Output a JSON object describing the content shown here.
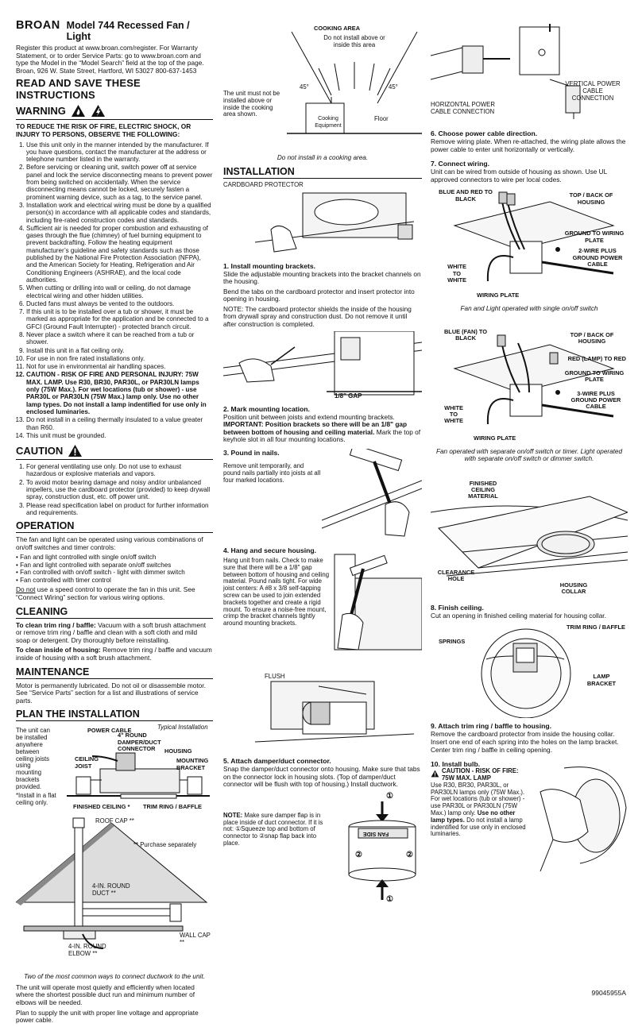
{
  "header": {
    "brand": "BROAN",
    "title": "Model 744 Recessed Fan / Light",
    "register": "Register this product at www.broan.com/register. For Warranty Statement, or to order Service Parts: go to www.broan.com and type the Model in the “Model Search” field at the top of the page. Broan, 926 W. State Street, Hartford, WI 53027  800-637-1453"
  },
  "read_save": "READ AND SAVE THESE INSTRUCTIONS",
  "warning": {
    "heading": "WARNING",
    "intro": "TO REDUCE THE RISK OF FIRE, ELECTRIC SHOCK, OR INJURY TO PERSONS, OBSERVE THE FOLLOWING:",
    "items": [
      "Use this unit only in the manner intended by the manufacturer. If you have questions, contact the manufacturer at the address or telephone number listed in the warranty.",
      "Before servicing or cleaning unit, switch power off at service panel and lock the service disconnecting means to prevent power from being switched on accidentally. When the service disconnecting means cannot be locked, securely fasten a prominent warning device, such as a tag, to the service panel.",
      "Installation work and electrical wiring must be done by a qualified person(s) in accordance with all applicable codes and standards, including fire-rated construction codes and standards.",
      "Sufficient air is needed for proper combustion and exhausting of gases through the flue (chimney) of fuel burning equipment to prevent backdrafting. Follow the heating equipment manufacturer’s guideline and safety standards such as those published by the National Fire Protection Association (NFPA), and the American Society for Heating, Refrigeration and Air Conditioning Engineers (ASHRAE), and the local code authorities.",
      "When cutting or drilling into wall or ceiling, do not damage electrical wiring and other hidden utilities.",
      "Ducted fans must always be vented to the outdoors.",
      "If this unit is to be installed over a tub or shower, it must be marked as appropriate for the application and be connected to a GFCI (Ground Fault Interrupter) - protected branch circuit.",
      "Never place a switch where it can be reached from a tub or shower.",
      "Install this unit in a flat ceiling only.",
      "For use in non fire rated installations only.",
      "Not for use in environmental air handling spaces.",
      "CAUTION - RISK OF FIRE AND PERSONAL INJURY: 75W MAX. LAMP. Use R30, BR30, PAR30L, or PAR30LN lamps only (75W Max.). For wet locations (tub or shower) - use PAR30L or PAR30LN (75W Max.) lamp only. Use no other lamp types. Do not install a lamp indentified for use only in enclosed luminaries.",
      "Do not install in a ceiling thermally insulated to a value greater than R60.",
      "This unit must be grounded."
    ]
  },
  "caution": {
    "heading": "CAUTION",
    "items": [
      "For general ventilating use only. Do not use to exhaust hazardous or explosive materials and vapors.",
      "To avoid motor bearing damage and noisy and/or unbalanced impellers, use the cardboard protector (provided) to keep drywall spray, construction dust, etc. off power unit.",
      "Please read specification label on product for further information and requirements."
    ]
  },
  "operation": {
    "heading": "OPERATION",
    "intro": "The fan and light can be operated using various combinations of on/off switches and timer controls:",
    "items": [
      "• Fan and light controlled with single on/off switch",
      "• Fan and light controlled with separate on/off switches",
      "• Fan controlled with on/off switch - light with dimmer switch",
      "• Fan controlled with timer control"
    ],
    "note_u": "Do not",
    "note": " use a speed control to operate the fan in this unit. See “Connect Wiring” section for various wiring options."
  },
  "cleaning": {
    "heading": "CLEANING",
    "trim_b": "To clean trim ring / baffle:",
    "trim": " Vacuum with a soft brush attachment or remove trim ring / baffle and clean with a soft cloth and mild soap or detergent. Dry thoroughly before reinstalling.",
    "housing_b": "To clean inside of housing:",
    "housing": " Remove trim ring / baffle and vacuum inside of housing with a soft brush attachment."
  },
  "maintenance": {
    "heading": "MAINTENANCE",
    "text": "Motor is permanently lubricated. Do not oil or disassemble motor. See “Service Parts” section for a list and illustrations of service parts."
  },
  "plan": {
    "heading": "PLAN THE INSTALLATION",
    "side": "The unit can be installed anywhere between ceiling joists using mounting brackets provided.",
    "side_note": "*Install in a flat ceiling only.",
    "typical": "Typical Installation",
    "labels": {
      "power_cable": "POWER CABLE",
      "damper": "4\" ROUND DAMPER/DUCT CONNECTOR",
      "housing": "HOUSING",
      "joist": "CEILING JOIST",
      "mounting": "MOUNTING BRACKET",
      "finished": "FINISHED CEILING *",
      "trim": "TRIM RING / BAFFLE"
    },
    "roof_cap": "ROOF CAP **",
    "purchase": "** Purchase separately",
    "round_duct": "4-IN. ROUND DUCT **",
    "wall_cap": "WALL CAP **",
    "elbow": "4-IN. ROUND ELBOW **",
    "caption": "Two of the most common ways to connect ductwork to the unit.",
    "quiet": "The unit will operate most quietly and efficiently when located where the shortest possible duct run and minimum number of elbows will be needed.",
    "supply": "Plan to supply the unit with proper line voltage and appropriate power cable."
  },
  "cooking": {
    "area": "COOKING AREA",
    "do_not": "Do not install above or inside this area",
    "angle": "45°",
    "side": "The unit must not be installed above or inside the cooking area shown.",
    "equipment": "Cooking Equipment",
    "floor": "Floor",
    "caption": "Do not install in a cooking area."
  },
  "installation": {
    "heading": "INSTALLATION",
    "protector": "CARDBOARD PROTECTOR",
    "s1_t": "1. Install mounting brackets.",
    "s1": "Slide the adjustable mounting brackets into the bracket channels on the housing.",
    "s1b": "Bend the tabs on the cardboard protector and insert protector into opening in housing.",
    "s1c": "NOTE: The cardboard protector shields the inside of the housing from drywall spray and construction dust. Do not remove it until after construction is completed.",
    "gap": "1/8\" GAP",
    "s2_t": "2. Mark mounting location.",
    "s2a": "Position unit between joists and extend mounting brackets. ",
    "s2b": "IMPORTANT: Position brackets so there will be an 1/8\" gap between bottom of housing and ceiling material.",
    "s2c": " Mark the top of keyhole slot in all four mounting locations.",
    "s3_t": "3. Pound in nails.",
    "s3": "Remove unit temporarily, and pound nails partially into joists at all four marked locations.",
    "s4_t": "4. Hang and secure housing.",
    "s4": "Hang unit from nails. Check to make sure that there will be a 1/8\" gap between bottom of housing and ceiling material.  Pound nails tight. For wide joist centers:  A #8 x 3/8 self-tapping screw can be used to join extended brackets together and create a rigid mount.  To ensure a noise-free mount, crimp the bracket channels tightly around mounting brackets.",
    "flush": "FLUSH",
    "s5_t": "5. Attach damper/duct connector.",
    "s5": "Snap the damper/duct connector onto housing. Make sure that tabs on the connector lock in housing slots. (Top of damper/duct connector will be flush with top of housing.) Install ductwork.",
    "note_b": "NOTE:",
    "note": " Make sure damper flap is in place inside of duct connector. If it is not: ①Squeeze top and bottom of connector to ②snap flap back into place.",
    "fan_side": "FAN SIDE",
    "n1": "①",
    "n2": "②"
  },
  "right": {
    "horiz": "HORIZONTAL POWER CABLE CONNECTION",
    "vert": "VERTICAL POWER CABLE CONNECTION",
    "s6_t": "6. Choose power cable direction.",
    "s6": "Remove wiring plate. When re-attached, the wiring plate allows the power cable to enter unit horizontally or vertically.",
    "s7_t": "7. Connect wiring.",
    "s7": "Unit can be wired from outside of housing as shown. Use UL approved connectors to wire per local codes.",
    "w1": {
      "blue_red": "BLUE AND RED TO BLACK",
      "top": "TOP / BACK OF HOUSING",
      "ground": "GROUND TO WIRING PLATE",
      "two_wire": "2-WIRE PLUS GROUND POWER CABLE",
      "white": "WHITE TO WHITE",
      "plate": "WIRING PLATE",
      "caption": "Fan and Light operated with single on/off switch"
    },
    "w2": {
      "blue": "BLUE (FAN) TO BLACK",
      "top": "TOP / BACK OF HOUSING",
      "red": "RED (LAMP) TO RED",
      "ground": "GROUND TO WIRING PLATE",
      "three_wire": "3-WIRE PLUS GROUND POWER CABLE",
      "white": "WHITE TO WHITE",
      "plate": "WIRING PLATE",
      "caption": "Fan operated with separate on/off switch or timer. Light operated with separate on/off switch or dimmer switch."
    },
    "finished": "FINISHED CEILING MATERIAL",
    "clearance": "CLEARANCE HOLE",
    "collar": "HOUSING COLLAR",
    "s8_t": "8. Finish ceiling.",
    "s8": "Cut an opening in finished ceiling material for housing collar.",
    "trim": "TRIM RING / BAFFLE",
    "springs": "SPRINGS",
    "lamp": "LAMP BRACKET",
    "s9_t": "9. Attach trim ring / baffle to housing.",
    "s9": "Remove the cardboard protector from inside the housing collar. Insert one end of each spring into the holes on the lamp bracket. Center trim ring / baffle in ceiling opening.",
    "s10_t": "10. Install bulb.",
    "s10_c": "CAUTION - RISK OF FIRE: 75W MAX. LAMP",
    "s10a": "Use R30, BR30, PAR30L, or PAR30LN lamps only (75W Max.).",
    "s10b": "For wet locations (tub or shower) - use PAR30L or PAR30LN (75W Max.) lamp only. ",
    "s10bb": "Use no other lamp types.",
    "s10c": " Do not install a lamp indentified for use only in enclosed luminaries."
  },
  "footer": "99045955A"
}
